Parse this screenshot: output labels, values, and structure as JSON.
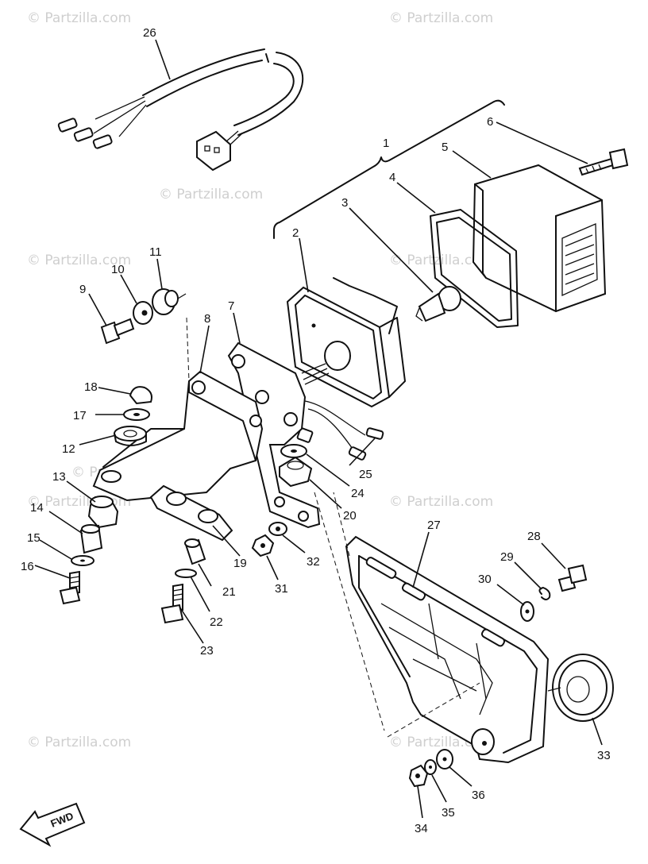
{
  "watermarks": [
    "© Partzilla.com",
    "© Partzilla.com",
    "© Partzilla.com",
    "© Partzilla.com",
    "© Partzilla.com",
    "© Partzilla.com",
    "© Partzilla.com",
    "© Partzilla.com",
    "© Partzilla.com",
    "© Partzilla.com"
  ],
  "fwd_label": "FWD",
  "callouts": [
    "1",
    "2",
    "3",
    "4",
    "5",
    "6",
    "7",
    "8",
    "9",
    "10",
    "11",
    "12",
    "13",
    "14",
    "15",
    "16",
    "17",
    "18",
    "19",
    "20",
    "21",
    "22",
    "23",
    "24",
    "25",
    "26",
    "27",
    "28",
    "29",
    "30",
    "31",
    "32",
    "33",
    "34",
    "35",
    "36"
  ]
}
